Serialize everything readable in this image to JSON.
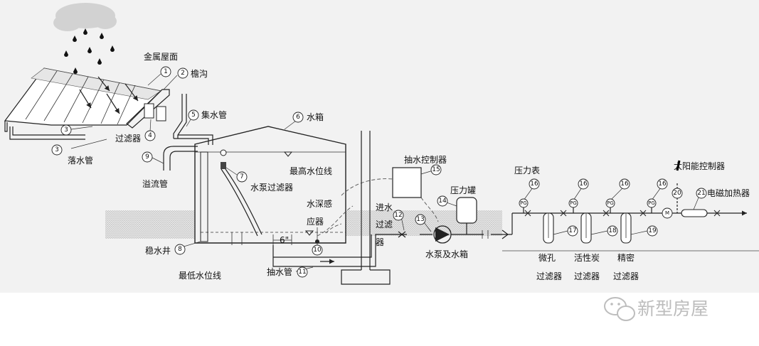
{
  "labels": {
    "metal_roof": "金属屋面",
    "gutter": "檐沟",
    "collect_pipe": "集水管",
    "filter": "过滤器",
    "downpipe": "落水管",
    "overflow": "溢流管",
    "tank": "水箱",
    "highest_level": "最高水位线",
    "pump_filter": "水泵过滤器",
    "depth_sensor_1": "水深感",
    "depth_sensor_2": "应器",
    "pump_controller": "抽水控制器",
    "inlet_filter_1": "进水",
    "inlet_filter_2": "过滤",
    "inlet_filter_3": "器",
    "pressure_tank": "压力罐",
    "pressure_gauge": "压力表",
    "solar_controller": "太阳能控制器",
    "em_heater": "电磁加热器",
    "stilling_well": "稳水井",
    "lowest_level": "最低水位线",
    "suction_pipe": "抽水管",
    "pump_and_tank": "水泵及水箱",
    "micro_1": "微孔",
    "micro_2": "过滤器",
    "carbon_1": "活性炭",
    "carbon_2": "过滤器",
    "fine_1": "精密",
    "fine_2": "过滤器",
    "six_inch": "6\"",
    "pg": "PG",
    "meter": "M"
  },
  "numbers": [
    "1",
    "2",
    "3",
    "3",
    "4",
    "5",
    "6",
    "7",
    "8",
    "9",
    "10",
    "11",
    "12",
    "13",
    "14",
    "15",
    "16",
    "16",
    "16",
    "16",
    "17",
    "18",
    "19",
    "20",
    "21"
  ],
  "watermark": {
    "text": "新型房屋",
    "icon": "wechat-icon"
  },
  "colors": {
    "line": "#222222",
    "ground_hatch": "#cfcfcf",
    "cloud": "#d0d0d0",
    "rain": "#111111",
    "watermark": "#bdbdbd"
  }
}
